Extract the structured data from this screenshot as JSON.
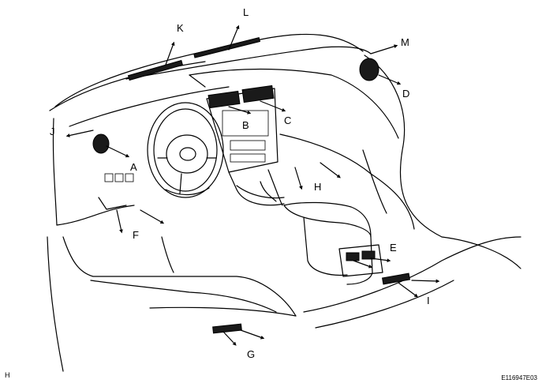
{
  "labels": {
    "A": "A",
    "B": "B",
    "C": "C",
    "D": "D",
    "E": "E",
    "F": "F",
    "G": "G",
    "H": "H",
    "I": "I",
    "J": "J",
    "K": "K",
    "L": "L",
    "M": "M"
  },
  "corner_mark": "H",
  "figure_code": "E116947E03"
}
